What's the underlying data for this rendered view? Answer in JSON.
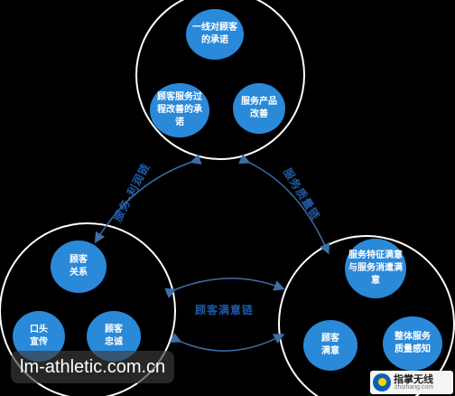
{
  "diagram": {
    "top_group": {
      "commitment": "一线对顾客的承诺",
      "process_improvement": "顾客服务过程改善的承诺",
      "product_improvement": "服务产品改善"
    },
    "left_group": {
      "relationship": "顾客关系",
      "word_of_mouth": "口头宣传",
      "loyalty": "顾客忠诚"
    },
    "right_group": {
      "feature_satisfaction": "服务特征满意与服务消遣满意",
      "satisfaction": "顾客满意",
      "quality_perception": "整体服务质量感知"
    },
    "links": {
      "left": "服务-利润链",
      "right": "服务质量链",
      "bottom": "顾客满意链"
    }
  },
  "watermark": "lm-athletic.com.cn",
  "brand": {
    "name": "指掌无线",
    "url": "zhizhang.com"
  },
  "colors": {
    "background": "#000000",
    "node": "#2a89d9",
    "ring": "#ffffff",
    "arrow": "#3c6fa8",
    "label": "#1f5aa6"
  }
}
